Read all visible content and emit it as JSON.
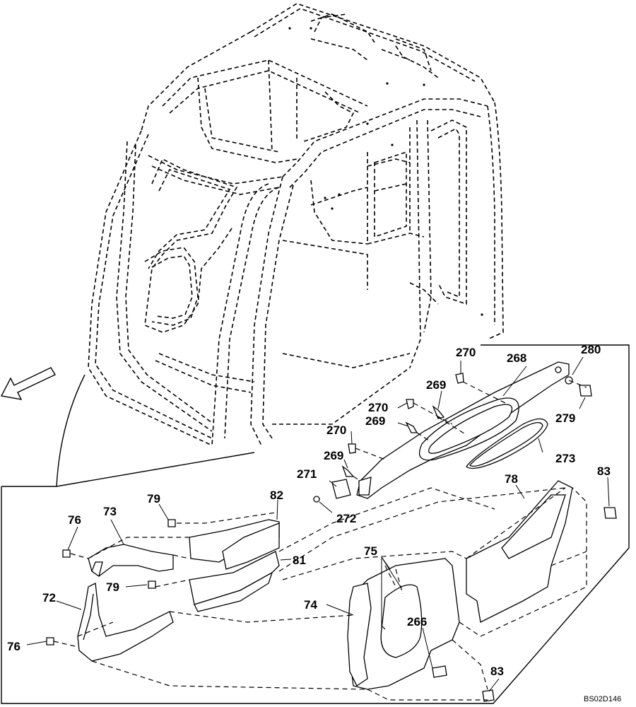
{
  "diagram": {
    "labels": {
      "l270a": "270",
      "l268": "268",
      "l280": "280",
      "l269a": "269",
      "l270b": "270",
      "l269b": "269",
      "l270c": "270",
      "l279": "279",
      "l273": "273",
      "l269c": "269",
      "l271": "271",
      "l83a": "83",
      "l272": "272",
      "l78": "78",
      "l82": "82",
      "l79a": "79",
      "l76a": "76",
      "l73": "73",
      "l81": "81",
      "l75": "75",
      "l79b": "79",
      "l72": "72",
      "l74": "74",
      "l266": "266",
      "l76b": "76",
      "l83b": "83"
    },
    "drawing_code": "BS02D146"
  }
}
